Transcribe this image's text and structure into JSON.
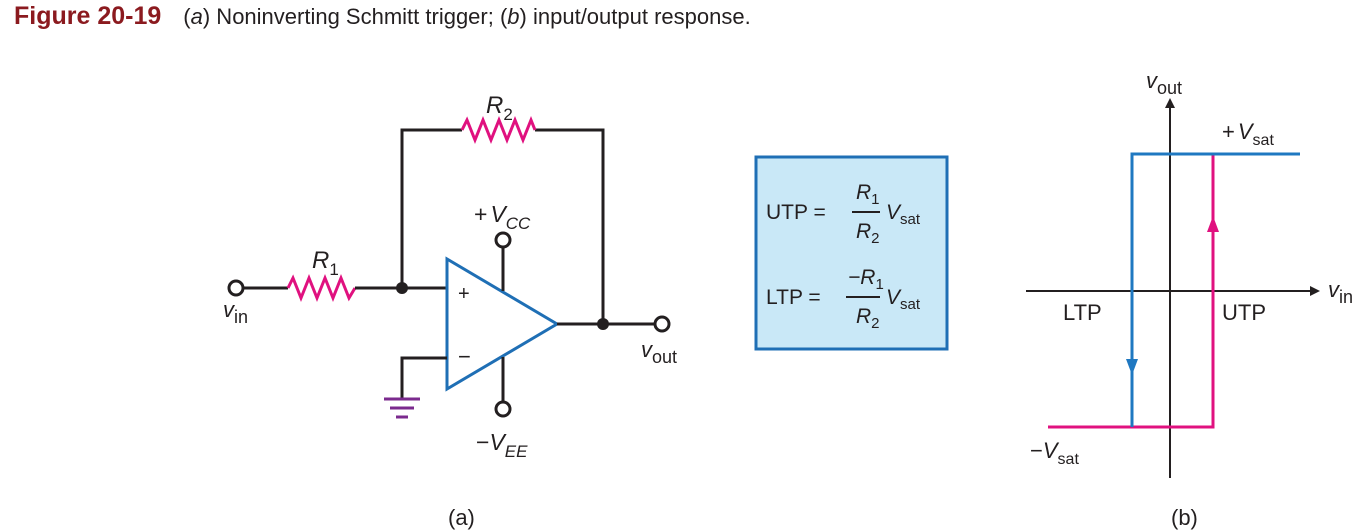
{
  "caption": {
    "figure_number": "Figure 20-19",
    "part_a_label": "a",
    "part_a_text": " Noninverting Schmitt trigger; (",
    "part_b_label": "b",
    "part_b_text": " input/output response."
  },
  "circuit": {
    "r1_label": "R",
    "r1_sub": "1",
    "r2_label": "R",
    "r2_sub": "2",
    "vcc_sign": "+",
    "vcc_v": "V",
    "vcc_sub": "CC",
    "vee_sign": "−",
    "vee_v": "V",
    "vee_sub": "EE",
    "plus_input": "+",
    "minus_input": "−",
    "vin_v": "v",
    "vin_sub": "in",
    "vout_v": "v",
    "vout_sub": "out",
    "panel_label": "(a)"
  },
  "formula_box": {
    "utp_lhs": "UTP =",
    "utp_num": "R",
    "utp_num_sub": "1",
    "utp_den": "R",
    "utp_den_sub": "2",
    "utp_v": "V",
    "utp_v_sub": "sat",
    "ltp_lhs": "LTP =",
    "ltp_num": "−R",
    "ltp_num_sub": "1",
    "ltp_den": "R",
    "ltp_den_sub": "2",
    "ltp_v": "V",
    "ltp_v_sub": "sat"
  },
  "graph": {
    "y_axis_v": "v",
    "y_axis_sub": "out",
    "x_axis_v": "v",
    "x_axis_sub": "in",
    "pos_sat_sign": "+",
    "pos_sat_v": "V",
    "pos_sat_sub": "sat",
    "neg_sat_sign": "−",
    "neg_sat_v": "V",
    "neg_sat_sub": "sat",
    "ltp_label": "LTP",
    "utp_label": "UTP",
    "panel_label": "(b)"
  },
  "colors": {
    "wire": "#231f20",
    "resistor": "#e0117f",
    "opamp": "#1f6fb5",
    "ground": "#7b2a8e",
    "box_fill": "#c9e8f7",
    "box_border": "#1f6fb5",
    "blue_trace": "#1f78c1",
    "pink_trace": "#e0117f",
    "caption_num": "#8b1a1f"
  }
}
